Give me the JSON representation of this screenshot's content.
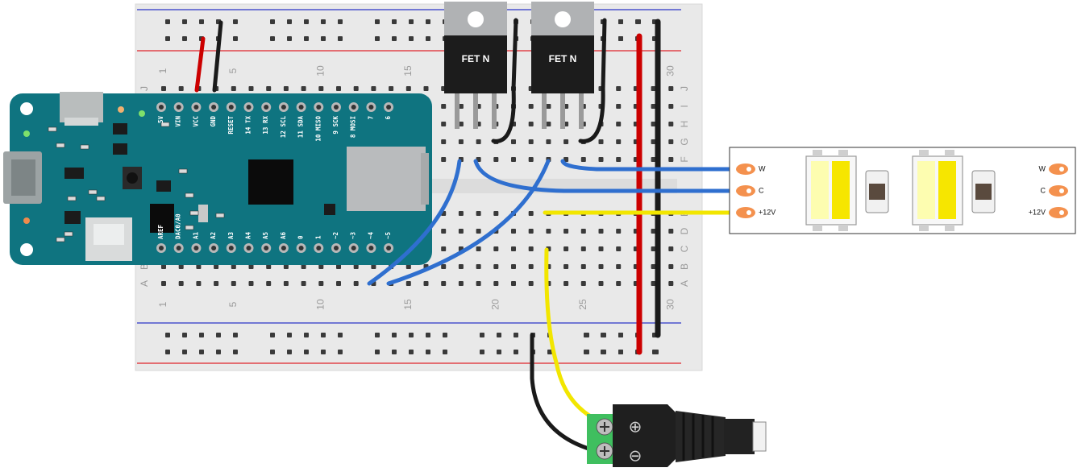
{
  "breadboard": {
    "column_numbers": [
      "1",
      "5",
      "10",
      "15",
      "20",
      "25",
      "30"
    ],
    "row_letters_top": [
      "J",
      "I",
      "H",
      "G",
      "F"
    ],
    "row_letters_bottom": [
      "E",
      "D",
      "C",
      "B",
      "A"
    ]
  },
  "arduino": {
    "top_pins": [
      "5V",
      "VIN",
      "VCC",
      "GND",
      "RESET",
      "14 TX",
      "13 RX",
      "12 SCL",
      "11 SDA",
      "10 MISO",
      "9 SCK",
      "8 MOSI",
      "7",
      "6"
    ],
    "bottom_pins": [
      "AREF",
      "DAC0/A0",
      "A1",
      "A2",
      "A3",
      "A4",
      "A5",
      "A6",
      "0",
      "1",
      "~2",
      "~3",
      "~4",
      "~5"
    ]
  },
  "transistors": [
    {
      "label": "FET N"
    },
    {
      "label": "FET N"
    }
  ],
  "led_strip": {
    "pads_left": [
      "W",
      "C",
      "+12V"
    ],
    "pads_right": [
      "W",
      "C",
      "+12V"
    ],
    "pad_color": "#f4914e"
  },
  "power_jack": {
    "plus_symbol": "⊕",
    "minus_symbol": "⊖"
  },
  "colors": {
    "wire_red": "#cc0000",
    "wire_black": "#1a1a1a",
    "wire_blue": "#2f6fcf",
    "wire_yellow": "#f2e600",
    "arduino_board": "#0f7480",
    "breadboard": "#e9e9e9",
    "rail_red": "#e0262b",
    "rail_blue": "#2b35c8",
    "terminal_green": "#3fbf5f"
  }
}
